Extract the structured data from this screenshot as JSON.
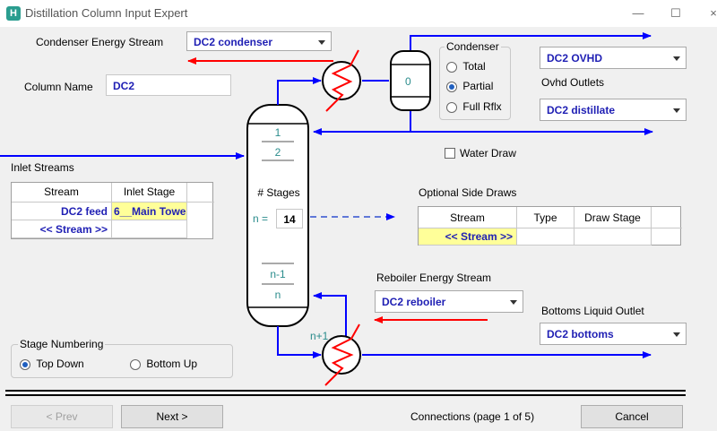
{
  "window": {
    "title": "Distillation Column Input Expert",
    "app_icon": "H",
    "buttons": [
      "—",
      "☐",
      "×"
    ]
  },
  "condenser_energy": {
    "label": "Condenser Energy Stream",
    "value": "DC2 condenser"
  },
  "column_name": {
    "label": "Column Name",
    "value": "DC2"
  },
  "condenser": {
    "label": "Condenser",
    "options": [
      "Total",
      "Partial",
      "Full Rflx"
    ],
    "selected": "Partial",
    "vessel_label": "0"
  },
  "ovhd_vapour": {
    "value": "DC2 OVHD"
  },
  "ovhd_outlets": {
    "label": "Ovhd Outlets",
    "value": "DC2 distillate"
  },
  "water_draw": {
    "label": "Water Draw",
    "checked": false
  },
  "inlet_streams": {
    "label": "Inlet Streams",
    "columns": [
      "Stream",
      "Inlet Stage"
    ],
    "rows": [
      {
        "stream": "DC2 feed",
        "stage": "6__Main Towe"
      },
      {
        "stream": "<< Stream >>",
        "stage": ""
      }
    ]
  },
  "column": {
    "stage_labels": [
      "1",
      "2",
      "n-1",
      "n"
    ],
    "stages_label": "# Stages",
    "n_label": "n =",
    "n_value": "14",
    "reboiler_stage_label": "n+1"
  },
  "side_draws": {
    "label": "Optional Side Draws",
    "columns": [
      "Stream",
      "Type",
      "Draw Stage"
    ],
    "rows": [
      {
        "stream": "<< Stream >>",
        "type": "",
        "stage": ""
      }
    ]
  },
  "reboiler_energy": {
    "label": "Reboiler Energy Stream",
    "value": "DC2 reboiler"
  },
  "bottoms": {
    "label": "Bottoms Liquid Outlet",
    "value": "DC2 bottoms"
  },
  "stage_numbering": {
    "label": "Stage Numbering",
    "options": [
      "Top Down",
      "Bottom Up"
    ],
    "selected": "Top Down"
  },
  "footer": {
    "prev": "< Prev",
    "next": "Next >",
    "status": "Connections (page 1 of 5)",
    "cancel": "Cancel"
  },
  "colors": {
    "stream_blue": "#0000ff",
    "energy_red": "#ff0000",
    "value_text": "#1f1fb4",
    "highlight": "#ffff99",
    "column_teal": "#2a8c8c"
  }
}
